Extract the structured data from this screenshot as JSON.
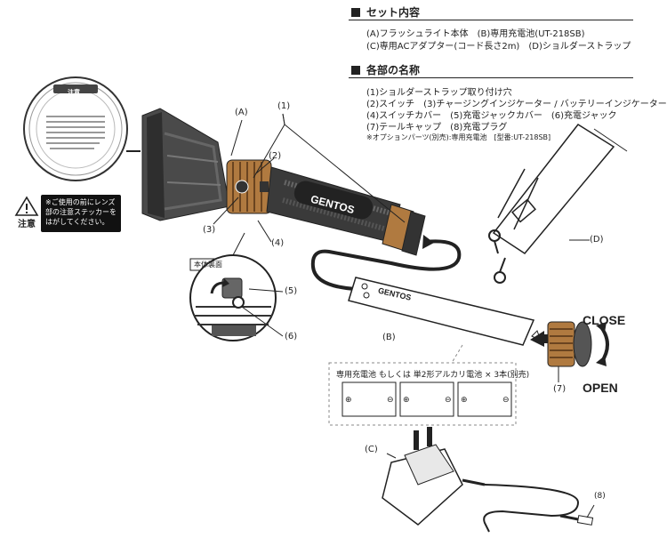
{
  "set_contents": {
    "heading": "セット内容",
    "line1": "(A)フラッシュライト本体　(B)専用充電池(UT-218SB)",
    "line2": "(C)専用ACアダプター(コード長さ2m)　(D)ショルダーストラップ"
  },
  "parts": {
    "heading": "各部の名称",
    "lines": [
      "(1)ショルダーストラップ取り付け穴",
      "(2)スイッチ　(3)チャージングインジケーター / バッテリーインジケーター",
      "(4)スイッチカバー　(5)充電ジャックカバー　(6)充電ジャック",
      "(7)テールキャップ　(8)充電プラグ"
    ],
    "note": "※オプションパーツ(別売):専用充電池　[型番:UT-218SB]"
  },
  "caution": {
    "icon_label": "注意",
    "box_text": "※ご使用の前にレンズ部の注意ステッカーをはがしてください。",
    "sticker_title": "注意"
  },
  "labels": {
    "A": "(A)",
    "B": "(B)",
    "C": "(C)",
    "D": "(D)",
    "n1": "(1)",
    "n2": "(2)",
    "n3": "(3)",
    "n4": "(4)",
    "n5": "(5)",
    "n6": "(6)",
    "n7": "(7)",
    "n8": "(8)",
    "back_view": "本体裏面",
    "close": "CLOSE",
    "open": "OPEN",
    "brand": "GENTOS",
    "battery_caption": "専用充電池 もしくは 単2形アルカリ電池 × 3本(別売)"
  },
  "colors": {
    "ink": "#222222",
    "body": "#3a3a3a",
    "copper": "#b07a40"
  }
}
